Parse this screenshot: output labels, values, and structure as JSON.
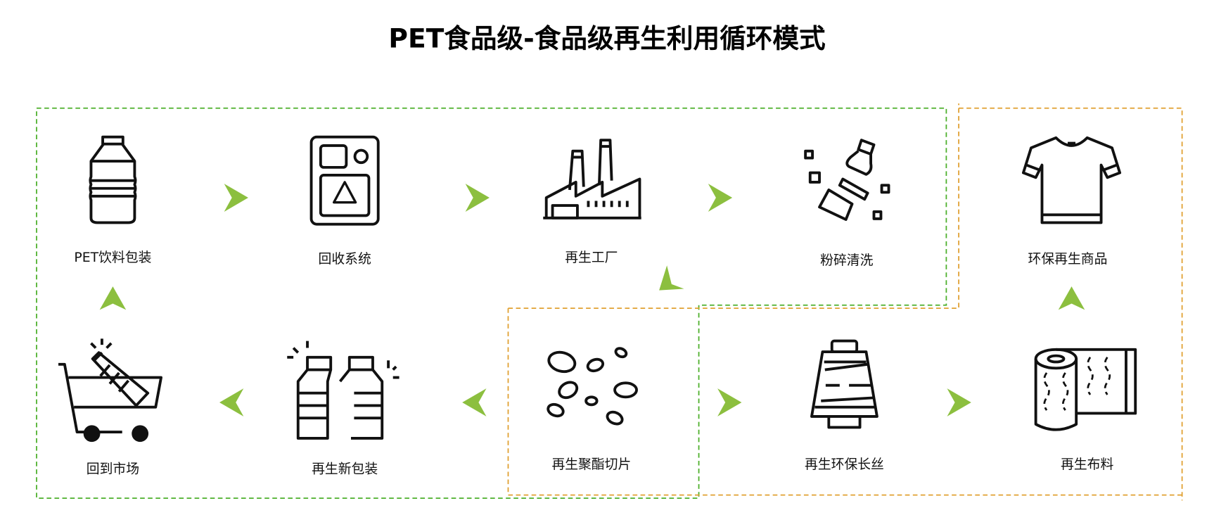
{
  "title": "PET食品级-食品级再生利用循环模式",
  "colors": {
    "green_border": "#4caf2a",
    "orange_border": "#e0a030",
    "arrow": "#8cbf3f"
  },
  "steps": {
    "pet_packaging": {
      "label": "PET饮料包装",
      "icon": "bottle-icon"
    },
    "recycling_system": {
      "label": "回收系统",
      "icon": "recycle-machine-icon"
    },
    "recycling_factory": {
      "label": "再生工厂",
      "icon": "factory-icon"
    },
    "crush_wash": {
      "label": "粉碎清洗",
      "icon": "crushed-bottle-icon"
    },
    "eco_products": {
      "label": "环保再生商品",
      "icon": "tshirt-icon"
    },
    "back_to_market": {
      "label": "回到市场",
      "icon": "shopping-cart-icon"
    },
    "new_packaging": {
      "label": "再生新包装",
      "icon": "bottles-icon"
    },
    "polyester_chips": {
      "label": "再生聚酯切片",
      "icon": "pellets-icon"
    },
    "eco_filament": {
      "label": "再生环保长丝",
      "icon": "yarn-spool-icon"
    },
    "recycled_fabric": {
      "label": "再生布料",
      "icon": "fabric-roll-icon"
    }
  }
}
